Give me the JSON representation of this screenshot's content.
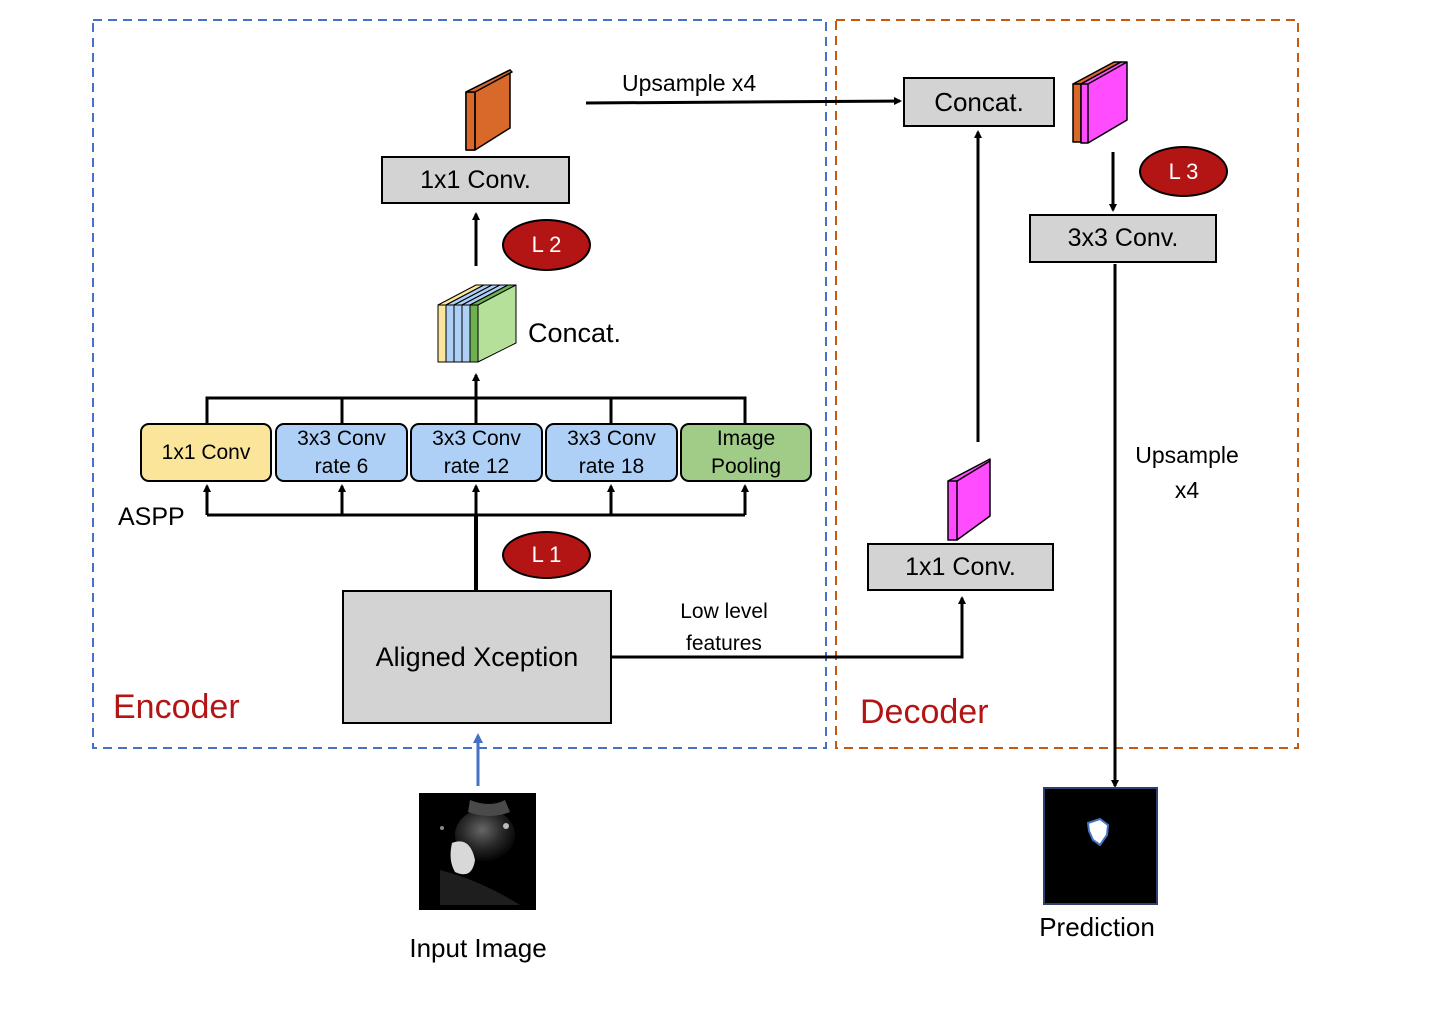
{
  "title": "DeepLabv3+ encoder-decoder architecture",
  "colors": {
    "encoder_border": "#4472c4",
    "decoder_border": "#c55a11",
    "section_label": "#b31414",
    "badge_fill": "#b31414",
    "box_fill": "#d3d3d3",
    "aspp_1x1": "#fbe59a",
    "aspp_conv": "#aed0f7",
    "aspp_pool": "#a0cc88",
    "feature_orange": "#d9692b",
    "feature_magenta": "#ff4cff",
    "input_arrow": "#4472c4"
  },
  "sections": {
    "encoder": "Encoder",
    "decoder": "Decoder"
  },
  "encoder": {
    "backbone": "Aligned Xception",
    "aspp_label": "ASPP",
    "aspp_blocks": [
      {
        "line1": "1x1 Conv",
        "line2": ""
      },
      {
        "line1": "3x3 Conv",
        "line2": "rate 6"
      },
      {
        "line1": "3x3 Conv",
        "line2": "rate 12"
      },
      {
        "line1": "3x3 Conv",
        "line2": "rate 18"
      },
      {
        "line1": "Image",
        "line2": "Pooling"
      }
    ],
    "concat_label": "Concat.",
    "conv1x1": "1x1 Conv.",
    "upsample_label": "Upsample x4",
    "low_level_line1": "Low level",
    "low_level_line2": "features"
  },
  "decoder": {
    "concat": "Concat.",
    "conv1x1": "1x1 Conv.",
    "conv3x3": "3x3 Conv.",
    "upsample_line1": "Upsample",
    "upsample_line2": "x4"
  },
  "badges": [
    "L 1",
    "L 2",
    "L 3"
  ],
  "io": {
    "input_label": "Input Image",
    "output_label": "Prediction"
  }
}
